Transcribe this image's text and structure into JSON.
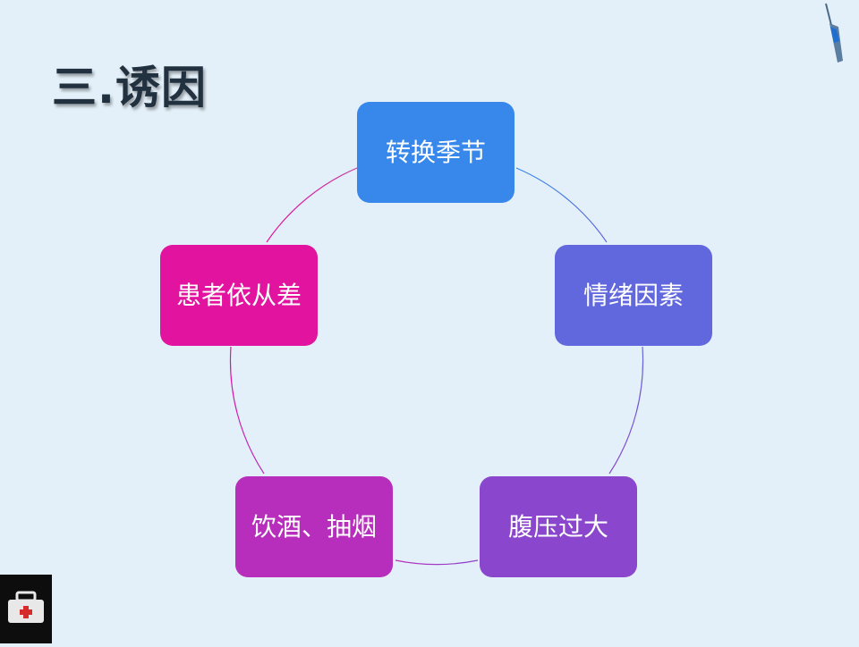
{
  "slide": {
    "title": "三.诱因"
  },
  "cycle": {
    "nodes": [
      {
        "label": "转换季节",
        "color": "#3788ea"
      },
      {
        "label": "情绪因素",
        "color": "#6168dd"
      },
      {
        "label": "腹压过大",
        "color": "#8a46cc"
      },
      {
        "label": "饮酒、抽烟",
        "color": "#b72ebc"
      },
      {
        "label": "患者依从差",
        "color": "#e1139f"
      }
    ]
  },
  "decor": {
    "top_right": "pen-icon",
    "bottom_left": "first-aid-kit-icon"
  }
}
